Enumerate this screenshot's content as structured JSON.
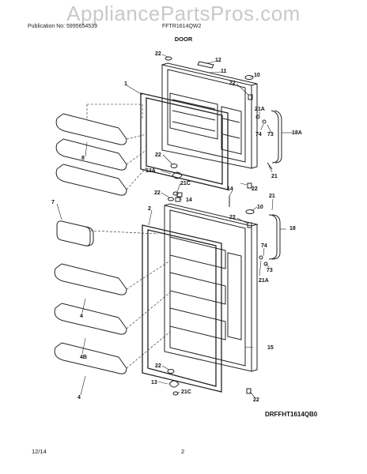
{
  "watermark": "AppliancePartsPros.com",
  "header": {
    "publication": "Publication No: 5995654539",
    "model": "FFTR1614QW2",
    "section": "DOOR"
  },
  "diagram_code": "DRFFHT1614QB0",
  "footer": {
    "date": "12/14",
    "page": "2"
  },
  "callouts": {
    "c22a": "22",
    "c12": "12",
    "c11": "11",
    "c10a": "10",
    "c22b": "22",
    "c1": "1",
    "c21a1": "21A",
    "c74a": "74",
    "c73a": "73",
    "c18a": "18A",
    "c8": "8",
    "c22c": "22",
    "c13a": "13A",
    "c21c1": "21C",
    "c21a": "21",
    "c14a": "14",
    "c22d": "22",
    "c22e": "22",
    "c14b": "14",
    "c21b": "21",
    "c7": "7",
    "c2": "2",
    "c10b": "10",
    "c22f": "22",
    "c18": "18",
    "c74b": "74",
    "c73b": "73",
    "c21a2": "21A",
    "c4a": "4",
    "c4b": "4B",
    "c15": "15",
    "c22g": "22",
    "c13": "13",
    "c21c2": "21C",
    "c4c": "4",
    "c22h": "22"
  }
}
